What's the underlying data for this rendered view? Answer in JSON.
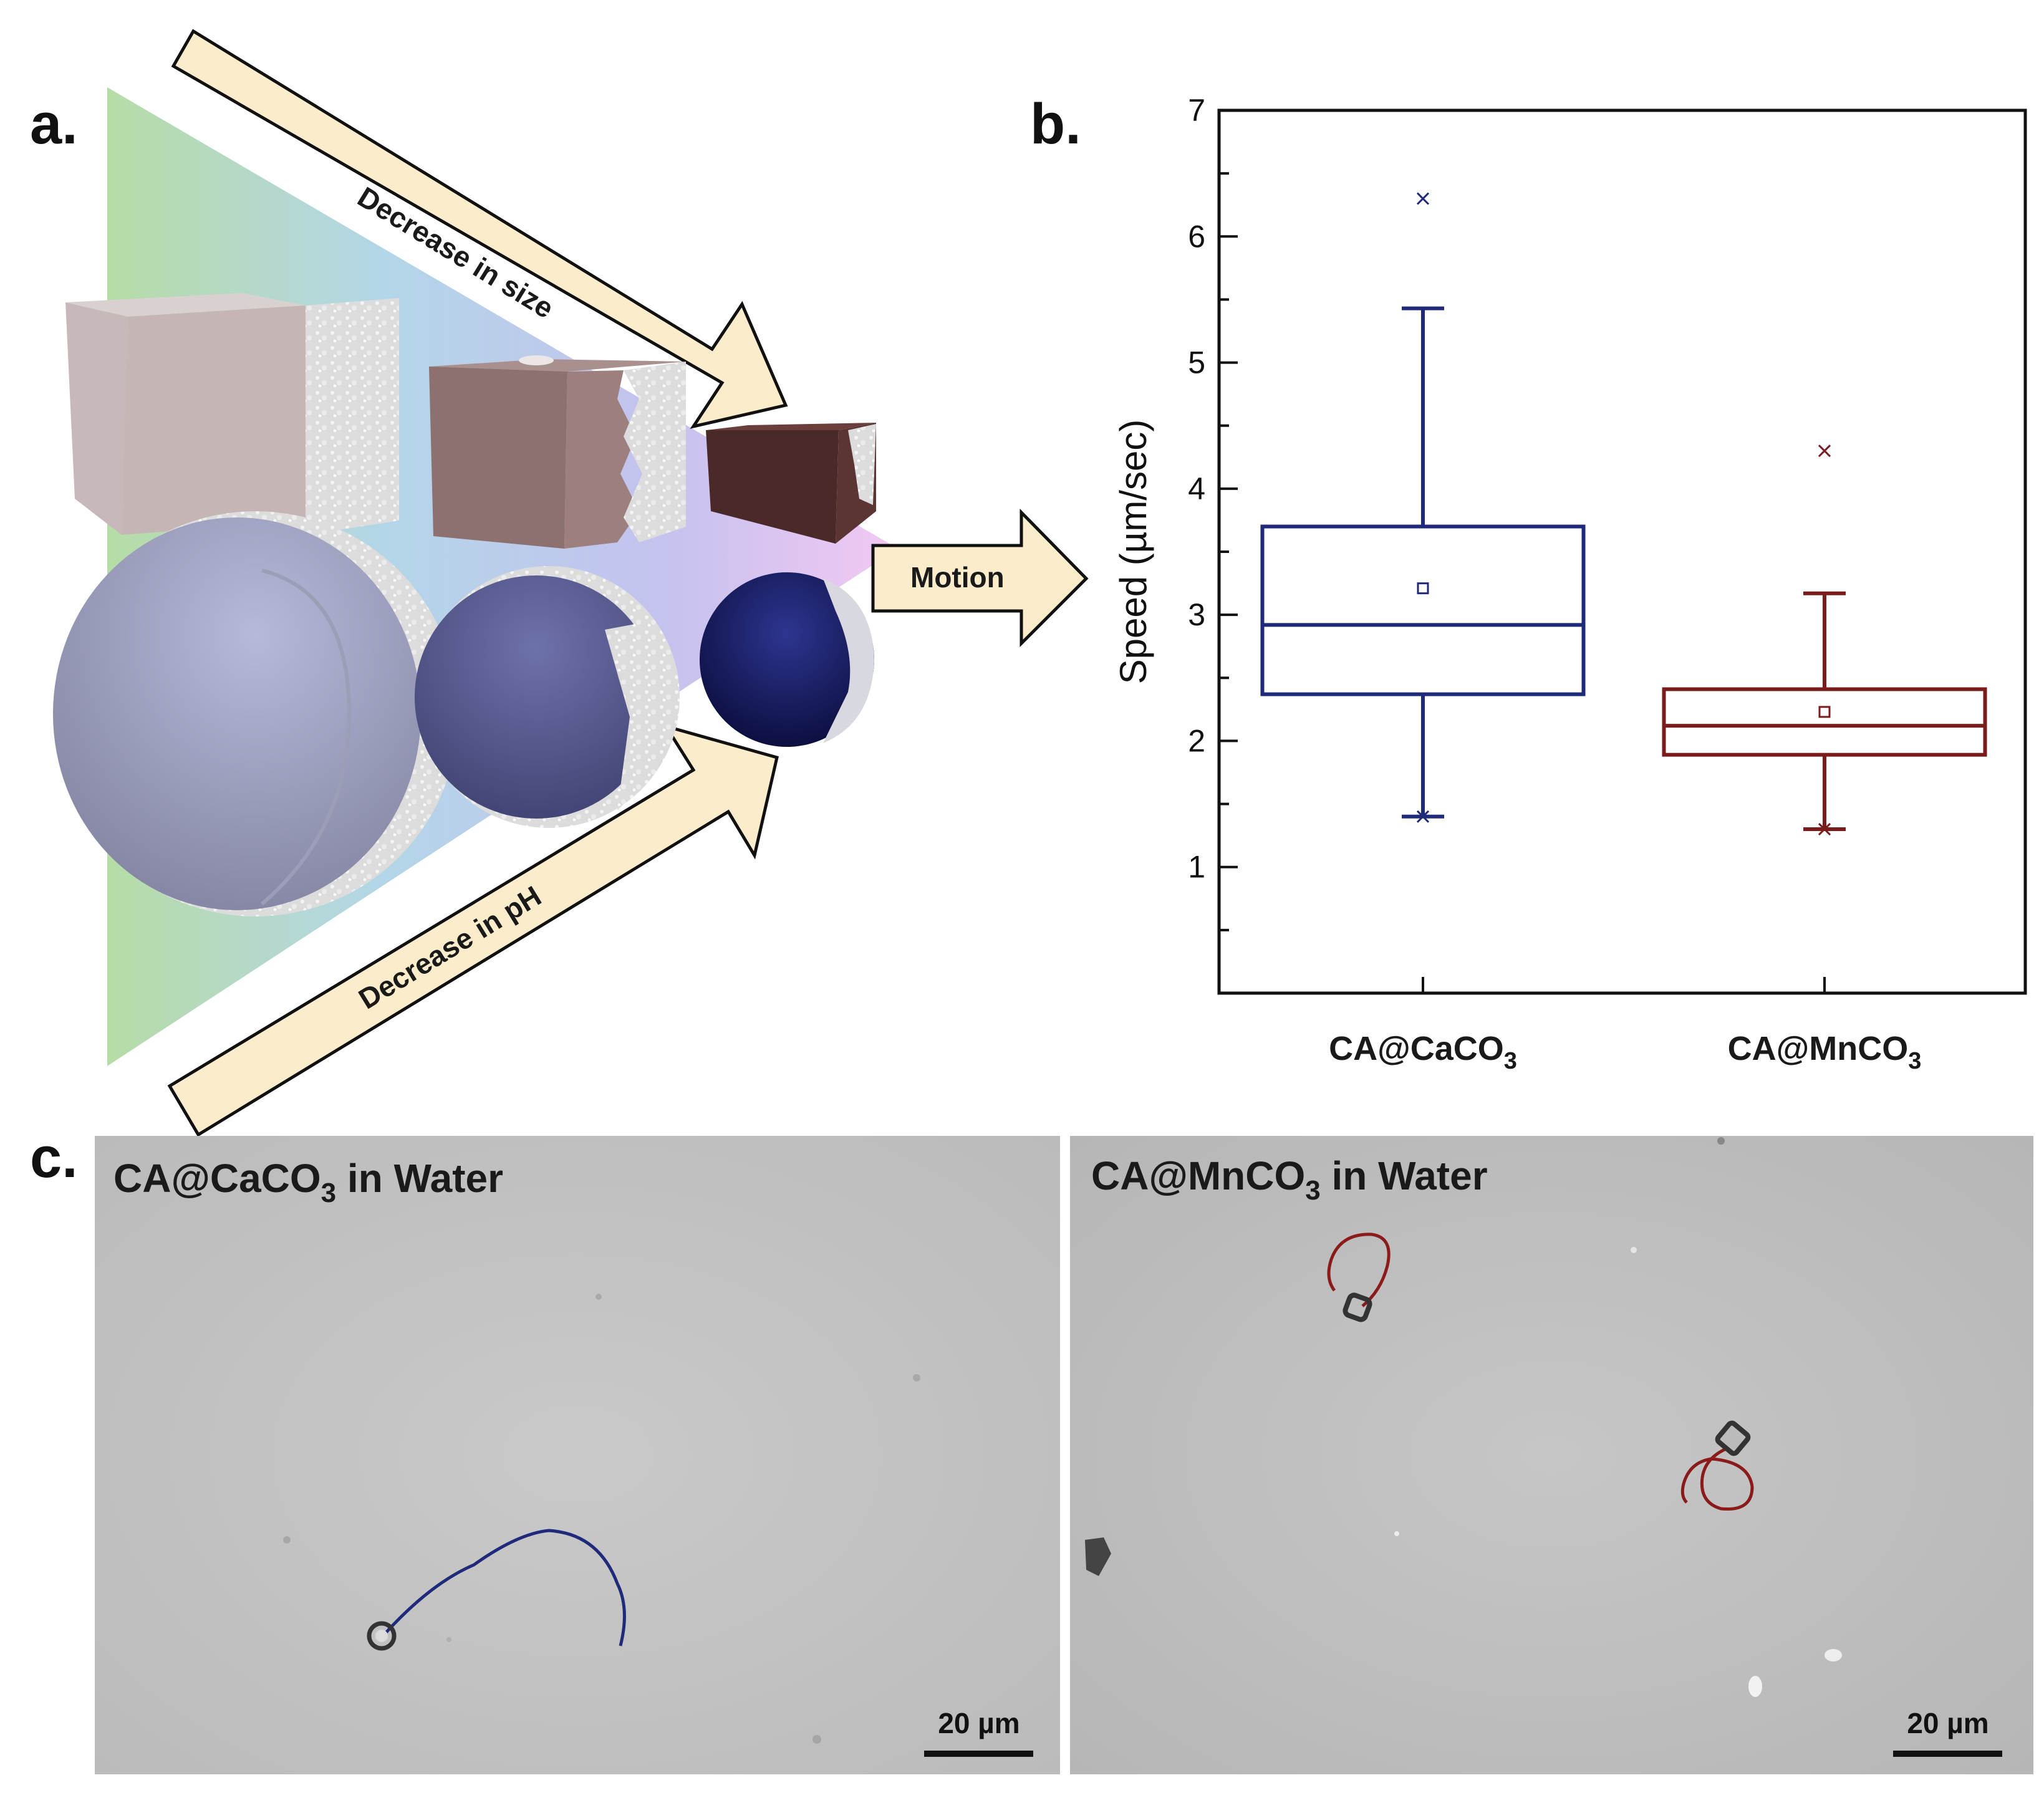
{
  "panel_labels": {
    "a": "a.",
    "b": "b.",
    "c": "c."
  },
  "schematic": {
    "arrow_size_label": "Decrease in size",
    "arrow_ph_label": "Decrease in pH",
    "arrow_motion_label": "Motion"
  },
  "chart_data": {
    "type": "box",
    "ylabel": "Speed (µm/sec)",
    "xlabel": "",
    "ylim": [
      0,
      7
    ],
    "yticks": [
      "1",
      "2",
      "3",
      "4",
      "5",
      "6",
      "7"
    ],
    "categories": [
      {
        "base": "CA@CaCO",
        "sub": "3"
      },
      {
        "base": "CA@MnCO",
        "sub": "3"
      }
    ],
    "series": [
      {
        "q1": 2.37,
        "median": 2.92,
        "q3": 3.7,
        "mean": 3.21,
        "whisker_low": 1.4,
        "whisker_high": 5.43,
        "min": 1.4,
        "outliers": [
          6.3
        ],
        "color": "#1f2a7a"
      },
      {
        "q1": 1.89,
        "median": 2.12,
        "q3": 2.41,
        "mean": 2.23,
        "whisker_low": 1.3,
        "whisker_high": 3.17,
        "min": 1.3,
        "outliers": [
          4.3
        ],
        "color": "#7a1c1c"
      }
    ],
    "grid": false,
    "legend": "none"
  },
  "micrographs": [
    {
      "title_base": "CA@CaCO",
      "title_sub": "3",
      "title_rest": " in Water",
      "scale_label": "20 µm",
      "track_color": "#1f2a7a"
    },
    {
      "title_base": "CA@MnCO",
      "title_sub": "3",
      "title_rest": " in Water",
      "scale_label": "20 µm",
      "track_color": "#8b1a1a"
    }
  ]
}
